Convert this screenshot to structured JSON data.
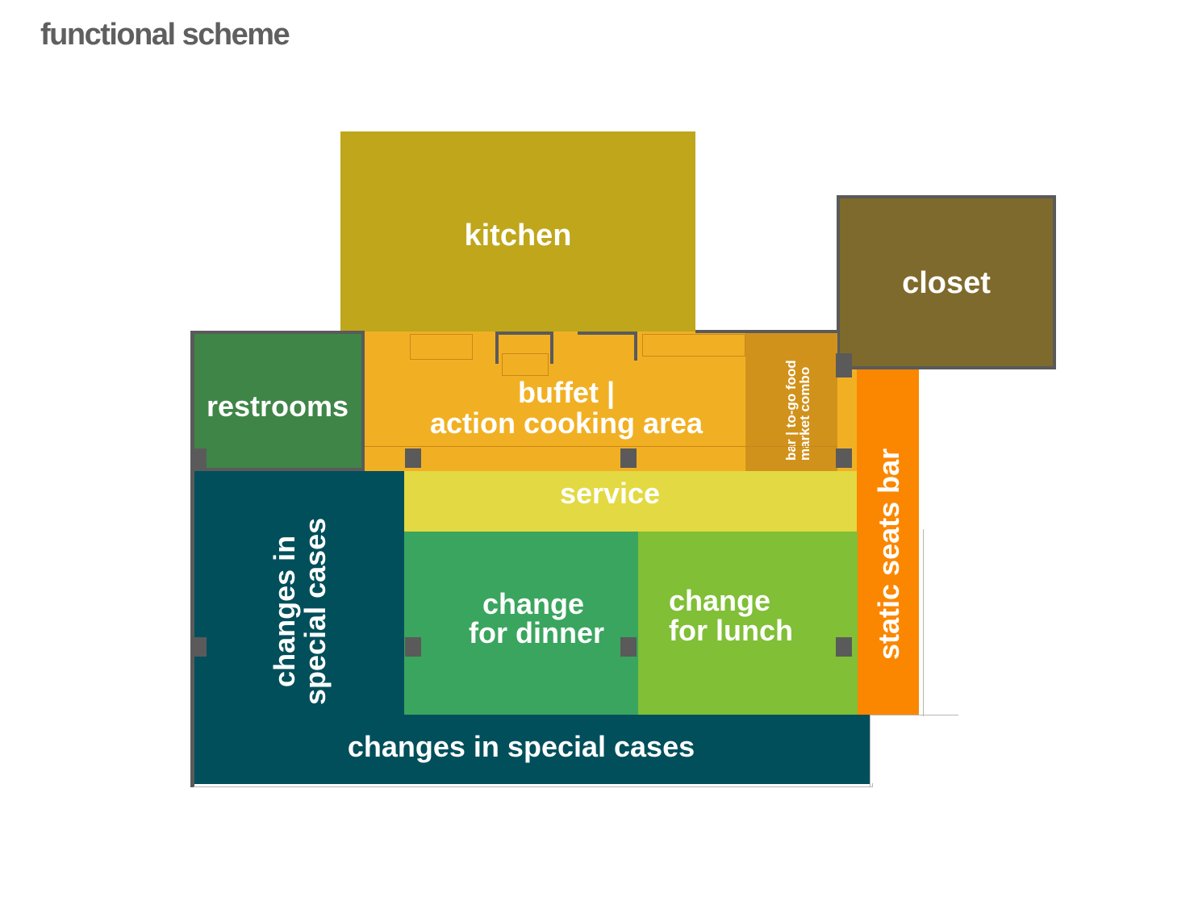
{
  "title": "functional scheme",
  "zones": {
    "kitchen": "kitchen",
    "closet": "closet",
    "restrooms": "restrooms",
    "buffet_line1": "buffet |",
    "buffet_line2": "action cooking area",
    "bar_line1": "bar | to-go food",
    "bar_line2": "market combo",
    "service": "service",
    "static_seats": "static seats bar",
    "special_left_line1": "changes in",
    "special_left_line2": "special cases",
    "dinner_line1": "change",
    "dinner_line2": "for dinner",
    "lunch_line1": "change",
    "lunch_line2": "for lunch",
    "special_bottom": "changes in special cases"
  },
  "colors": {
    "kitchen": "#bfa61b",
    "closet": "#7f6a2d",
    "restrooms": "#3f8547",
    "buffet": "#f1b023",
    "bar": "#d1921c",
    "service": "#e3d942",
    "static_seats": "#fb8700",
    "special": "#004f5b",
    "dinner": "#3aa55f",
    "lunch": "#80bf36",
    "wall": "#5a5a5a",
    "title": "#5f5f5f"
  }
}
